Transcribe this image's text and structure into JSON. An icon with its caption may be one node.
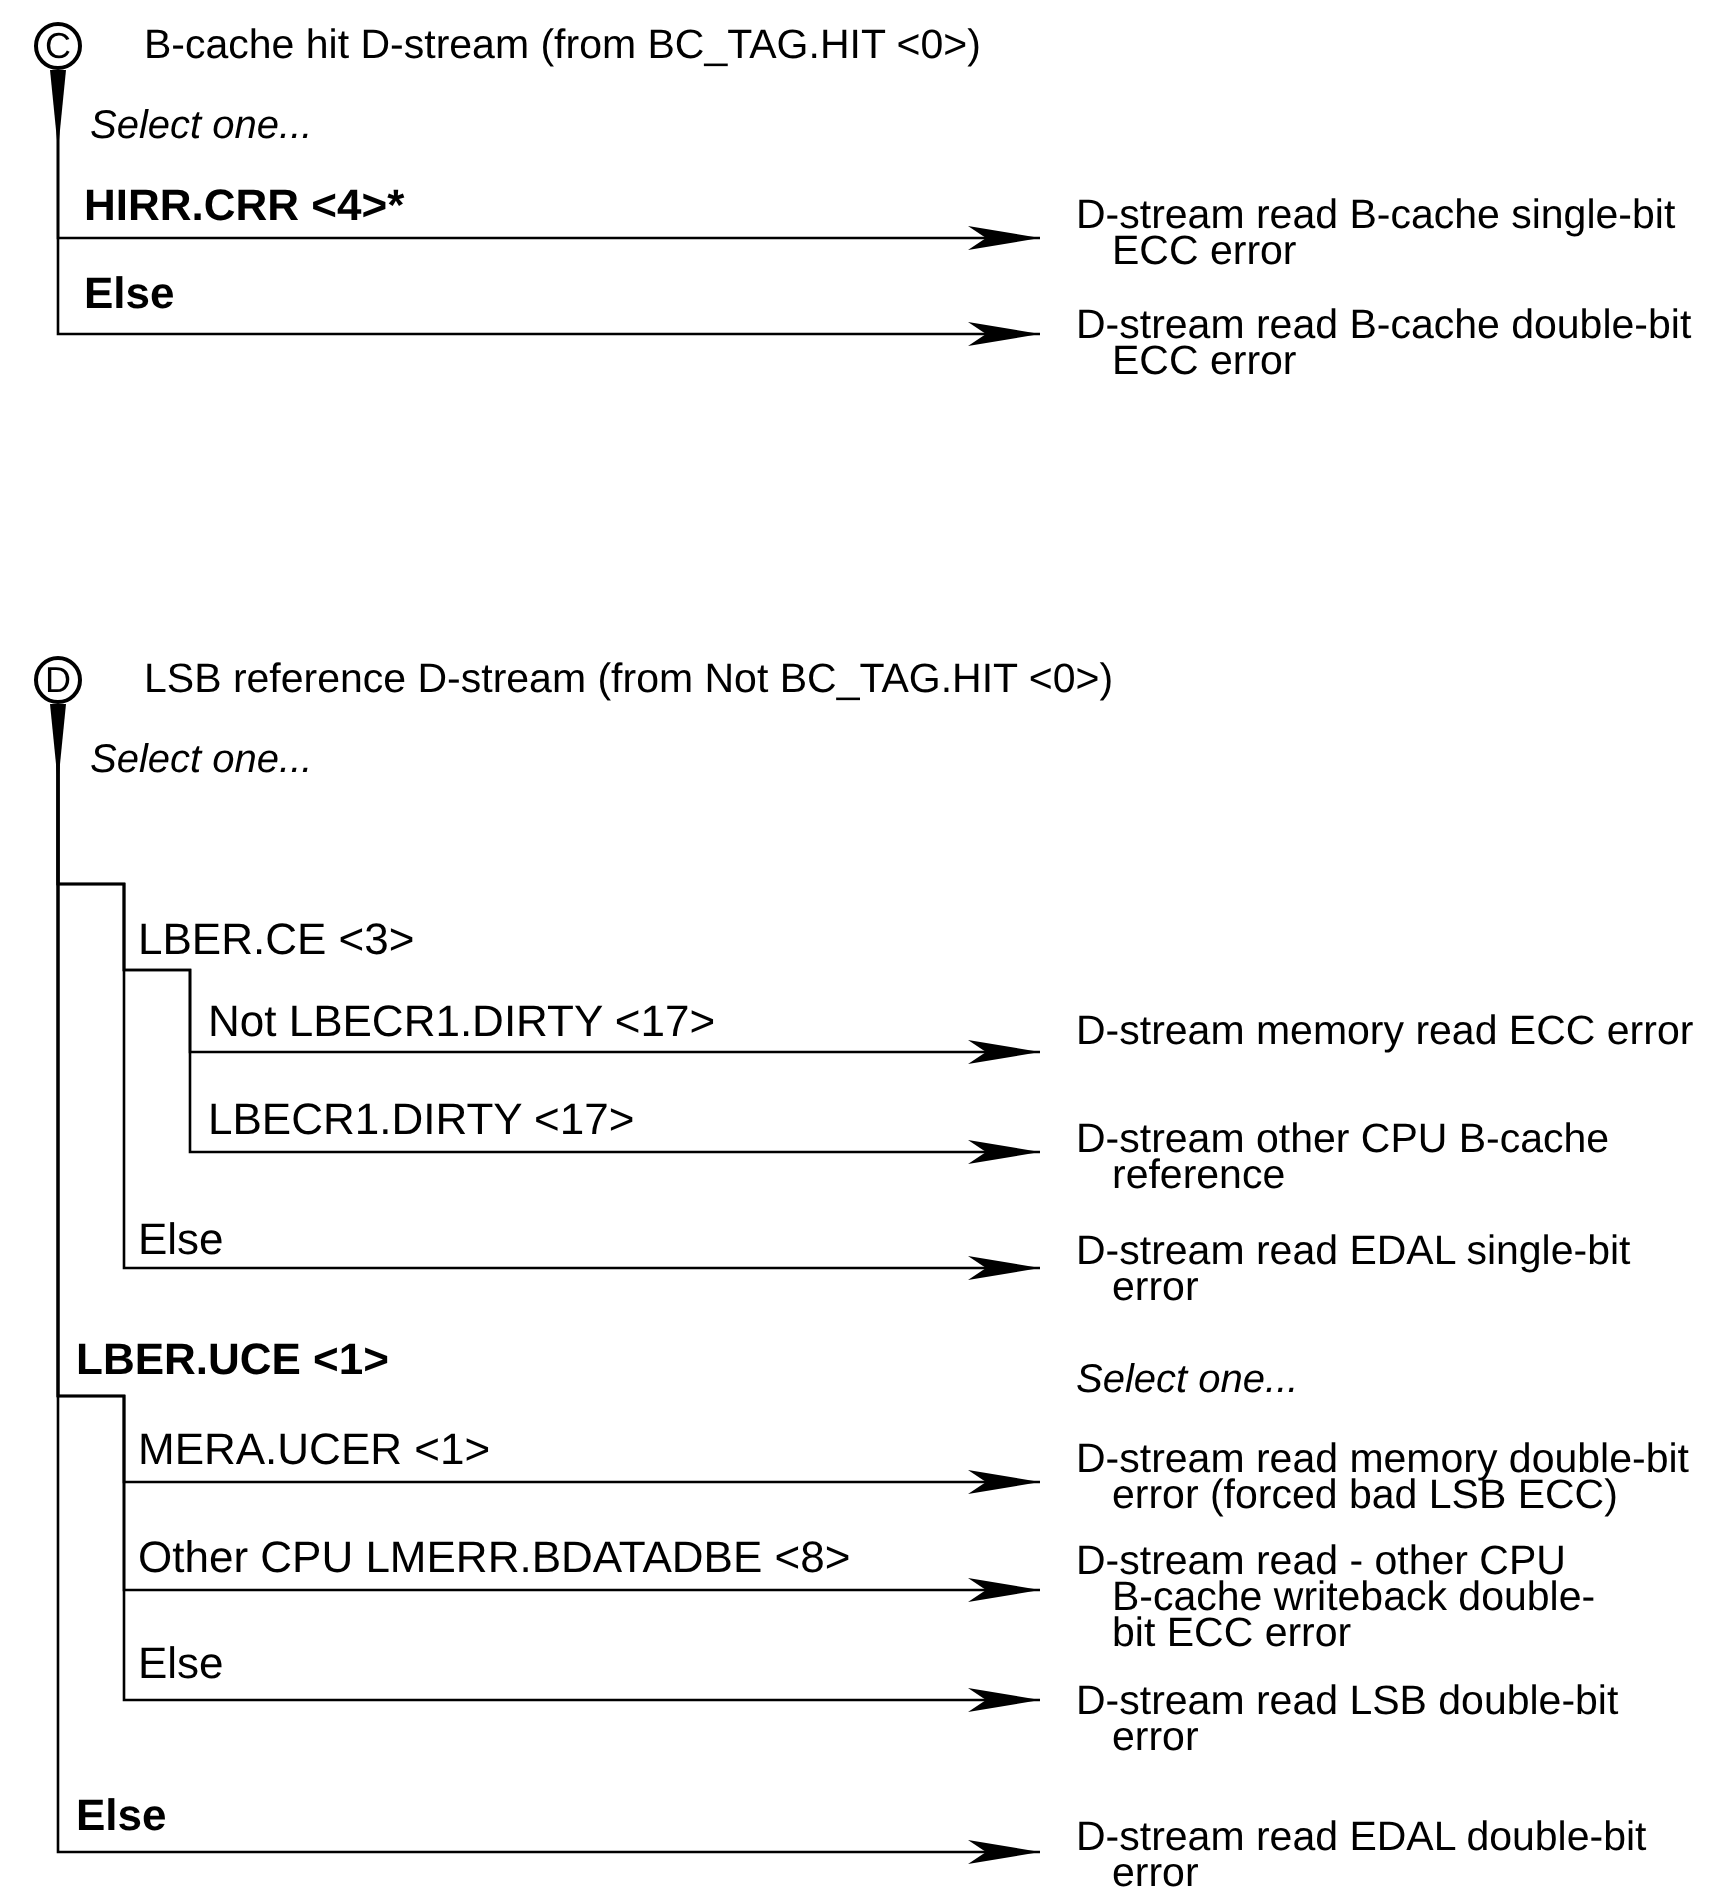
{
  "diagram": {
    "nodes": [
      {
        "text": [
          "C"
        ],
        "beside": [
          "B-cache hit D-stream (from BC_TAG.HIT <0>)"
        ]
      },
      {
        "text": [
          "D-stream read B-cache single-bit ECC error"
        ]
      },
      {
        "text": [
          "D-stream read B-cache double-bit ECC error"
        ]
      },
      {
        "text": [
          "D"
        ],
        "beside": [
          "LSB reference D-stream (from Not BC_TAG.HIT <0>)"
        ]
      },
      {
        "text": [
          "D-stream memory read ECC error"
        ]
      },
      {
        "text": [
          "D-stream other CPU B-cache reference"
        ]
      },
      {
        "text": [
          "D-stream read EDAL single-bit error"
        ]
      },
      {
        "text": [
          "D-stream read memory double-bit error (forced bad LSB ECC)"
        ]
      },
      {
        "text": [
          "D-stream read - other CPU B-cache writeback double-bit ECC error"
        ]
      },
      {
        "text": [
          "D-stream read LSB double-bit error"
        ]
      },
      {
        "text": [
          "D-stream read EDAL double-bit error"
        ]
      }
    ],
    "edges": [
      {
        "from": 0,
        "to": 1,
        "arrow": "to",
        "label": "HIRR.CRR <4>*"
      },
      {
        "from": 0,
        "to": 2,
        "arrow": "to",
        "label": "Else"
      },
      {
        "from": 3,
        "to": 4,
        "arrow": "to",
        "label": "Not LBECR1.DIRTY <17>"
      },
      {
        "from": 3,
        "to": 5,
        "arrow": "to",
        "label": "LBECR1.DIRTY <17>"
      },
      {
        "from": 3,
        "to": 6,
        "arrow": "to",
        "label": "Else"
      },
      {
        "from": 3,
        "to": 7,
        "arrow": "to",
        "label": "MERA.UCER <1>"
      },
      {
        "from": 3,
        "to": 8,
        "arrow": "to",
        "label": "Other CPU LMERR.BDATADBE <8>"
      },
      {
        "from": 3,
        "to": 9,
        "arrow": "to",
        "label": "Else"
      },
      {
        "from": 3,
        "to": 10,
        "arrow": "to",
        "label": "Else"
      }
    ],
    "labels": [
      "Select one...",
      "Select one...",
      "LBER.CE <3>",
      "LBER.UCE <1>",
      "Select one..."
    ]
  }
}
